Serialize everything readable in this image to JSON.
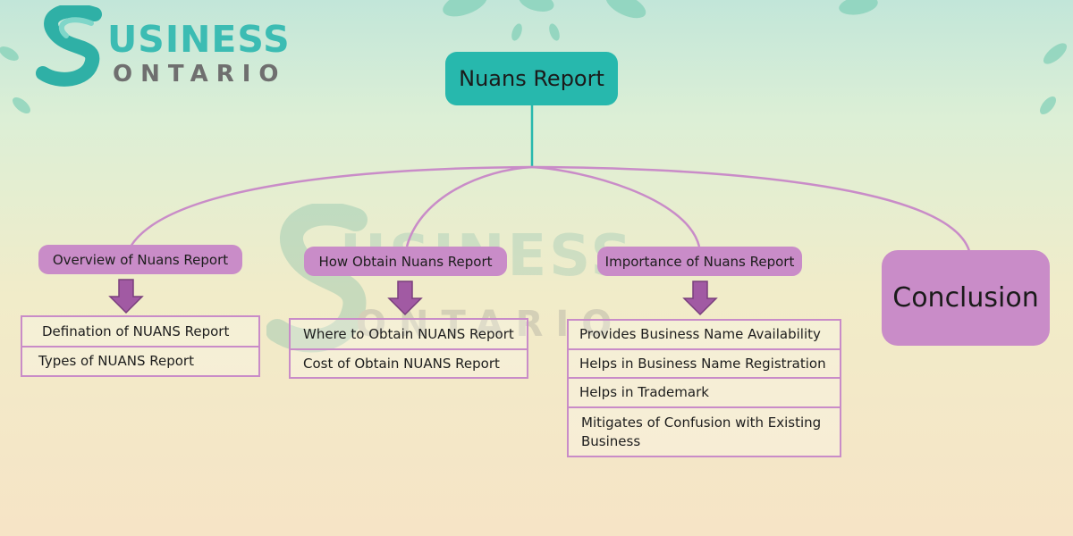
{
  "logo": {
    "line1": "USINESS",
    "line2": "ONTARIO",
    "brand_color": "#3cbcb3",
    "text_color": "#6f6f6f"
  },
  "watermark": {
    "line1": "USINESS",
    "line2": "ONTARIO"
  },
  "diagram": {
    "root": {
      "label": "Nuans Report",
      "color": "#27b8ad"
    },
    "branches": [
      {
        "label": "Overview of Nuans Report",
        "items": [
          "Defination of NUANS Report",
          "Types of NUANS Report"
        ]
      },
      {
        "label": "How Obtain Nuans Report",
        "items": [
          "Where to Obtain NUANS Report",
          "Cost of Obtain NUANS Report"
        ]
      },
      {
        "label": "Importance of Nuans Report",
        "items": [
          "Provides Business Name Availability",
          "Helps in Business Name Registration",
          "Helps in Trademark",
          "Mitigates of Confusion with Existing Business"
        ]
      }
    ],
    "conclusion": {
      "label": "Conclusion"
    },
    "node_color": "#c98cc8",
    "arrow_color": "#a15aa3"
  }
}
